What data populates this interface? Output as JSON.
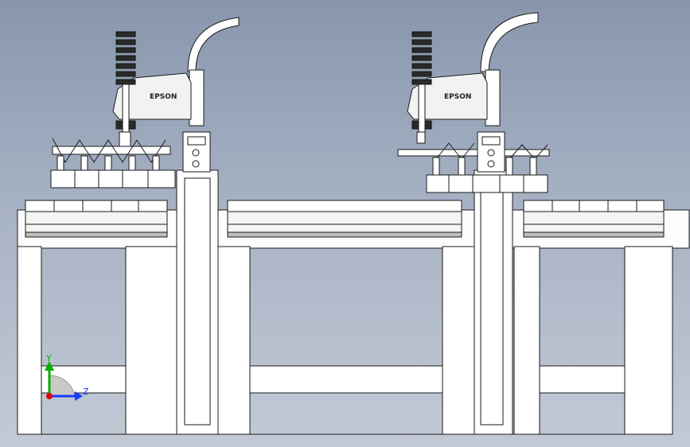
{
  "model_view": {
    "robot_left": {
      "brand": "EPSON"
    },
    "robot_right": {
      "brand": "EPSON"
    },
    "triad": {
      "y_label": "Y",
      "z_label": "Z",
      "y_color": "#00b000",
      "z_color": "#1a3cff",
      "origin_color": "#e00000"
    },
    "colors": {
      "background_top": "#8896ad",
      "background_bottom": "#c3cad6",
      "part_fill": "#ffffff",
      "edge": "#1a1a1a"
    }
  }
}
